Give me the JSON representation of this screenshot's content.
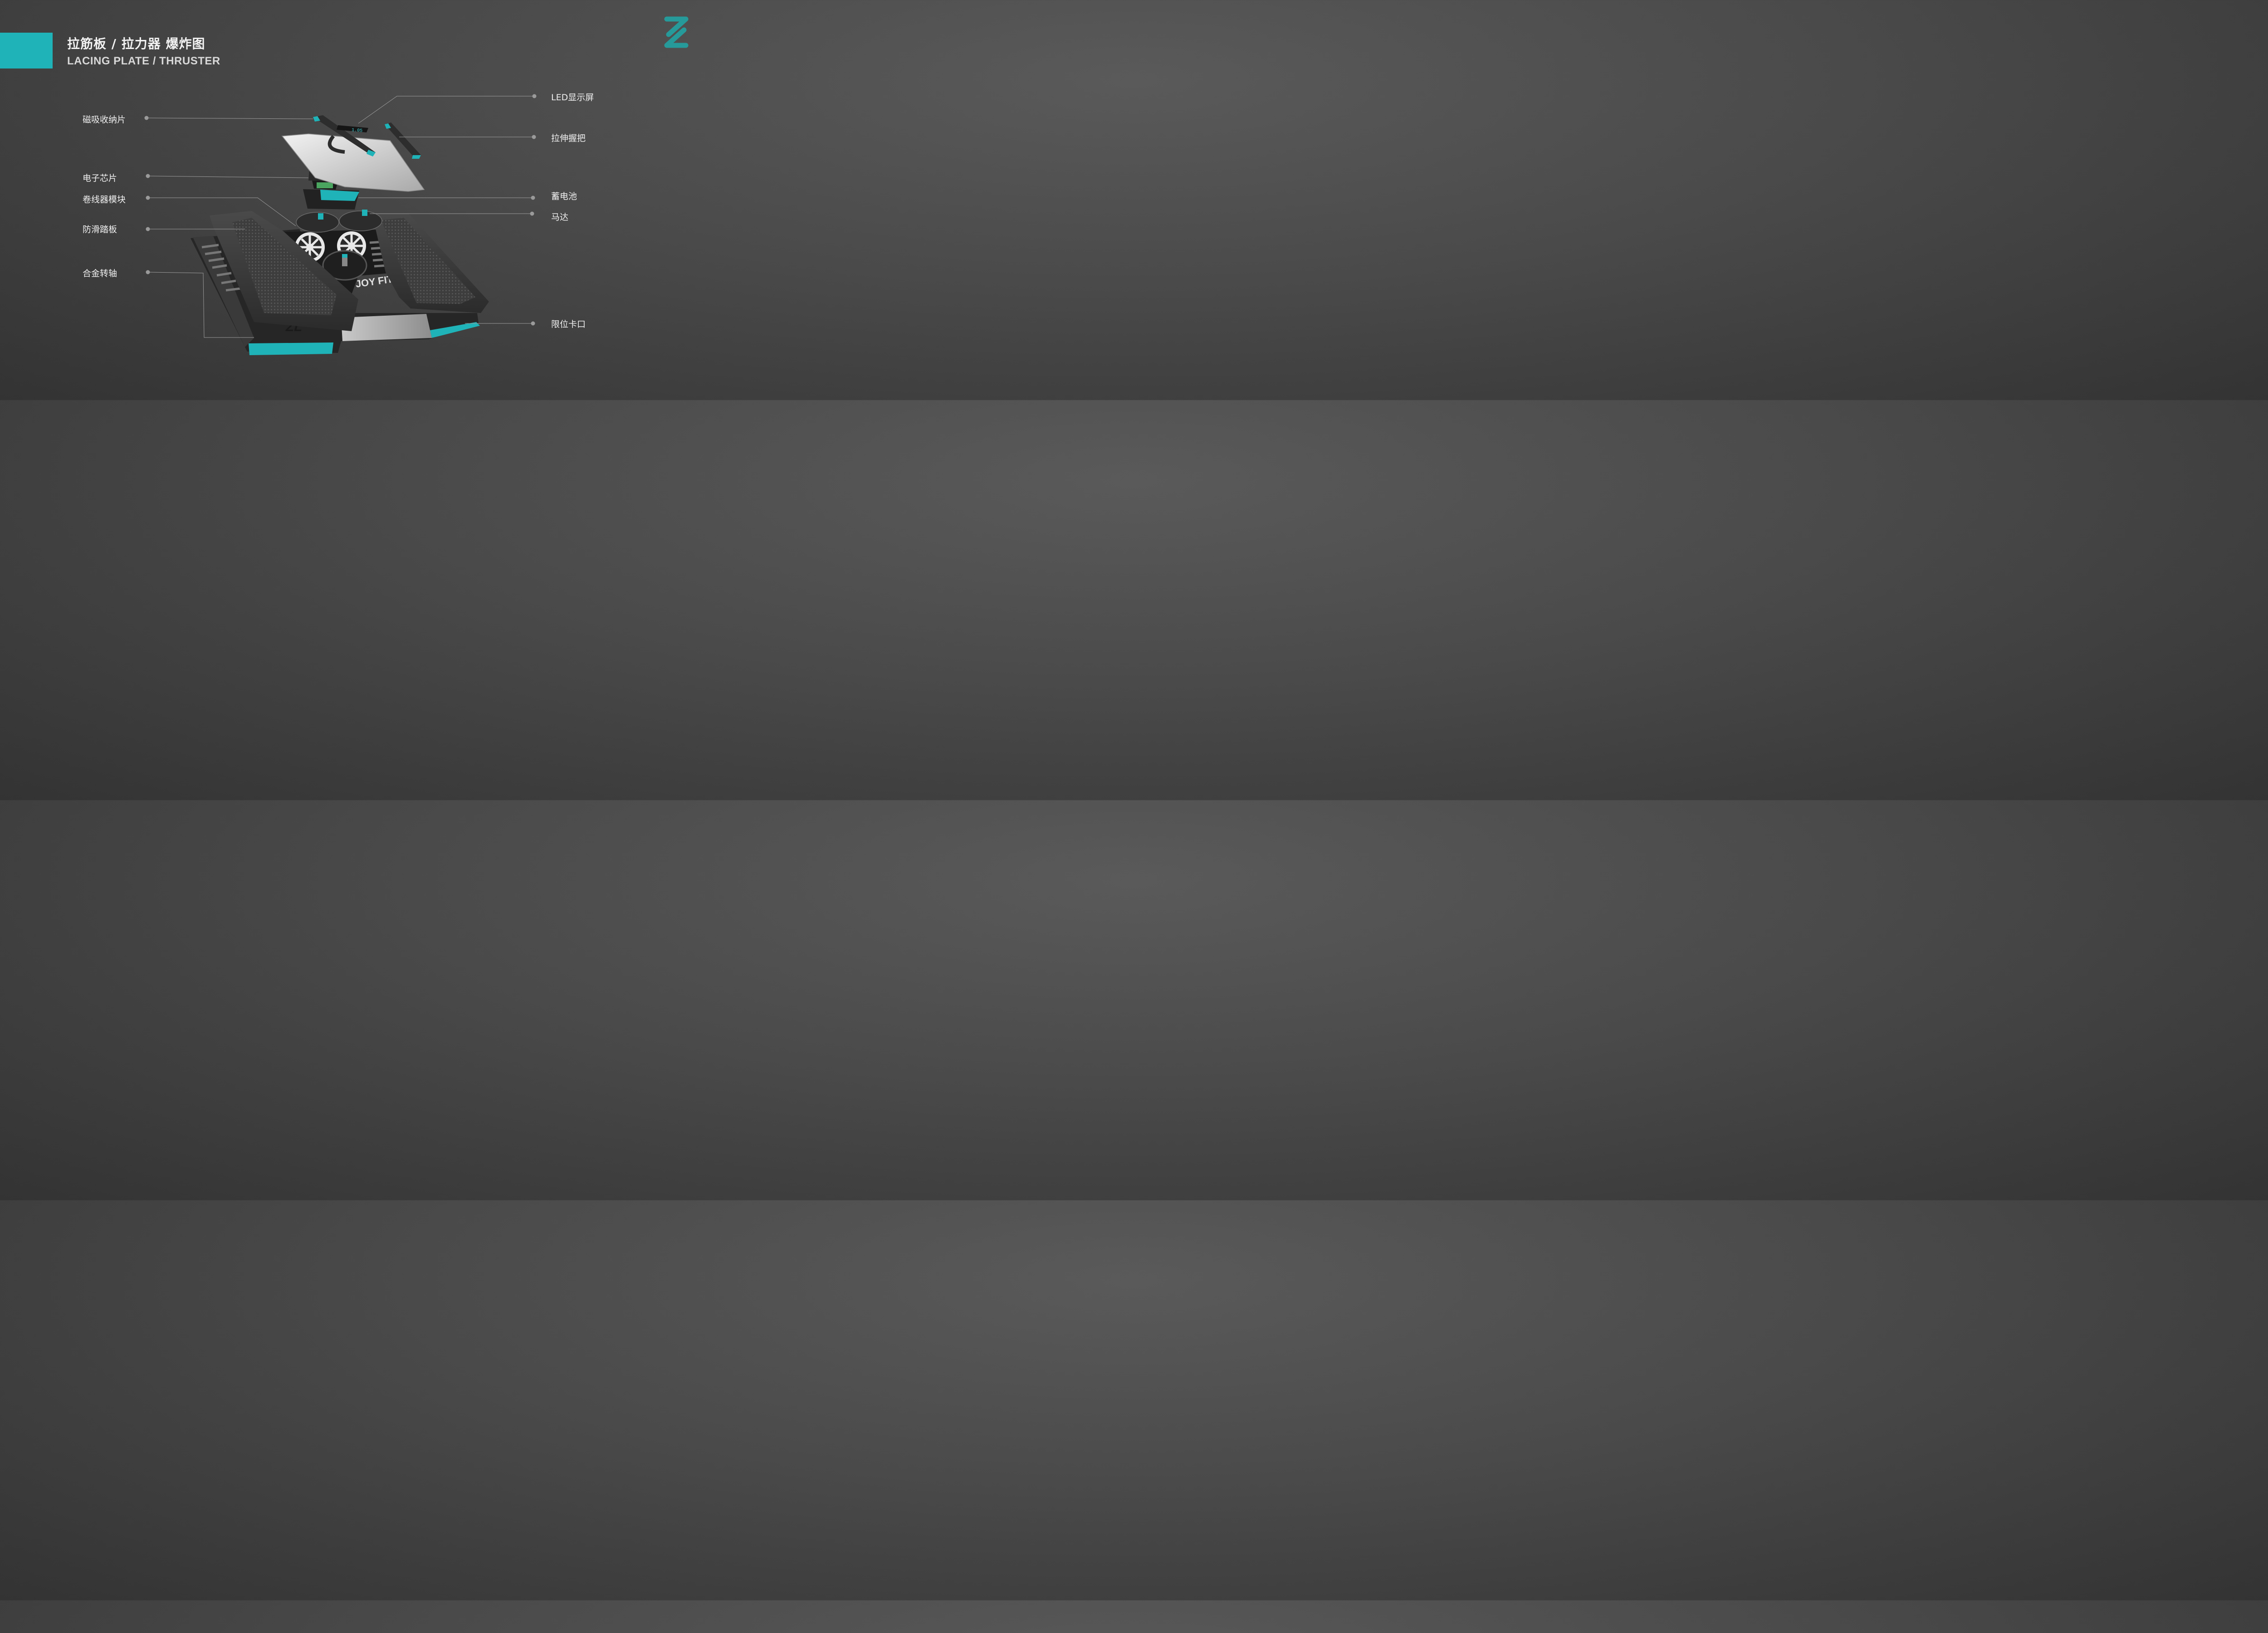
{
  "header": {
    "title_zh": "拉筋板 / 拉力器 爆炸图",
    "title_en": "LACING PLATE  /  THRUSTER"
  },
  "logo": {
    "icon": "zz-logo-icon",
    "color": "#1fa8a8"
  },
  "product": {
    "brand_text": "JOY FIT",
    "led_readout": "1.05"
  },
  "colors": {
    "accent": "#1fb3b8",
    "label_line": "#9a9a9a",
    "body": "#3a3a3a"
  },
  "callouts": {
    "left": [
      {
        "id": "magnet",
        "label": "磁吸收纳片"
      },
      {
        "id": "chip",
        "label": "电子芯片"
      },
      {
        "id": "winder",
        "label": "卷线器模块"
      },
      {
        "id": "pedal",
        "label": "防滑踏板"
      },
      {
        "id": "shaft",
        "label": "合金转轴"
      }
    ],
    "right": [
      {
        "id": "led",
        "label": "LED显示屏"
      },
      {
        "id": "handle",
        "label": "拉伸握把"
      },
      {
        "id": "battery",
        "label": "蓄电池"
      },
      {
        "id": "motor",
        "label": "马达"
      },
      {
        "id": "stopper",
        "label": "限位卡口"
      }
    ]
  }
}
